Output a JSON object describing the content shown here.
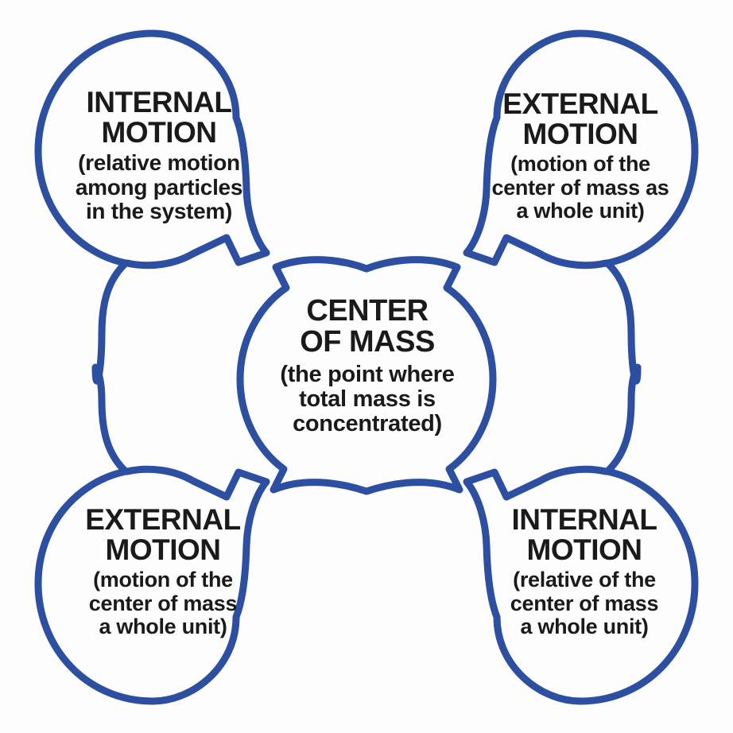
{
  "diagram": {
    "kind": "concept-bubble-diagram",
    "subject": "Center of Mass",
    "stroke_color": "#2d4fa2",
    "text_color": "#1a1a1a",
    "background_color": "#fdfdfd"
  },
  "bubbles": {
    "top_left": {
      "title": "INTERNAL\nMOTION",
      "subtitle": "(relative motion\namong particles\nin the system)"
    },
    "top_right": {
      "title": "EXTERNAL\nMOTION",
      "subtitle": "(motion of the\ncenter of mass as\na whole unit)"
    },
    "center": {
      "title": "CENTER\nOF MASS",
      "subtitle": "(the point where\ntotal mass is\nconcentrated)"
    },
    "bottom_left": {
      "title": "EXTERNAL\nMOTION",
      "subtitle": "(motion of the\ncenter of mass\na whole unit)"
    },
    "bottom_right": {
      "title": "INTERNAL\nMOTION",
      "subtitle": "(relative of the\ncenter of mass\na whole unit)"
    }
  }
}
